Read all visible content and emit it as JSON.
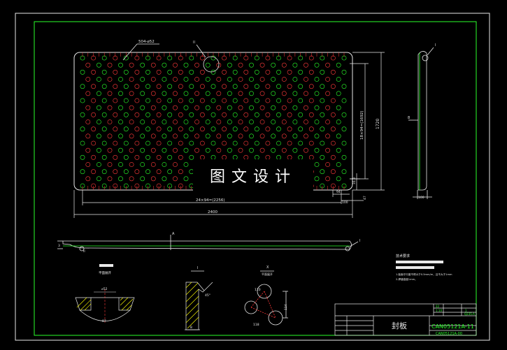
{
  "drawing": {
    "colors": {
      "background": "#000000",
      "border": "#e8e8e8",
      "frame": "#2aff2a",
      "hole_green": "#2aff2a",
      "hole_red": "#ff3a3a",
      "dim": "#e8e8e8",
      "tick": "#ffff40",
      "text": "#2aff2a",
      "hatch": "#ffff00"
    },
    "plate": {
      "hole_label": "504-⌀52",
      "detail_mark": "II",
      "dim_width": "2400",
      "dim_hole_span": "24×94=(2256)",
      "dim_edge_small": "94",
      "dim_edge_100": "100",
      "dim_height": "1720",
      "dim_hole_rows": "18×94=(1692)",
      "dim_v1": "31.3",
      "dim_v2": "47"
    },
    "side_view": {
      "tag": "I",
      "thickness": "8",
      "width": "100"
    },
    "bottom_view": {
      "tag_left": "II",
      "tag_right": "I",
      "mark": "A",
      "thick": "3"
    },
    "detail_1": {
      "title": "■■■■",
      "sub": "平面展开",
      "dim_top": "⌀52",
      "dim_bottom": "87"
    },
    "detail_2": {
      "title": "I",
      "sub": "",
      "dim_angle": "45°",
      "dim_t": "8"
    },
    "detail_3": {
      "title": "X",
      "sub": "平面展开",
      "d1": "110",
      "d2": "114",
      "d3": "118"
    },
    "notes": {
      "title": "技术要求",
      "line1": "1.板面平行度不得大于0.5mm/m，且不大于1mm",
      "line2": "2.焊缝高度1mm。"
    },
    "title_block": {
      "part_name": "封板",
      "drawing_no": "CAN05121A-11",
      "sub_no": "CAN05121A-00",
      "scale": "1:10",
      "qty": "1",
      "material": "Q235-A",
      "weight": "22"
    },
    "watermark": "图文设计"
  }
}
